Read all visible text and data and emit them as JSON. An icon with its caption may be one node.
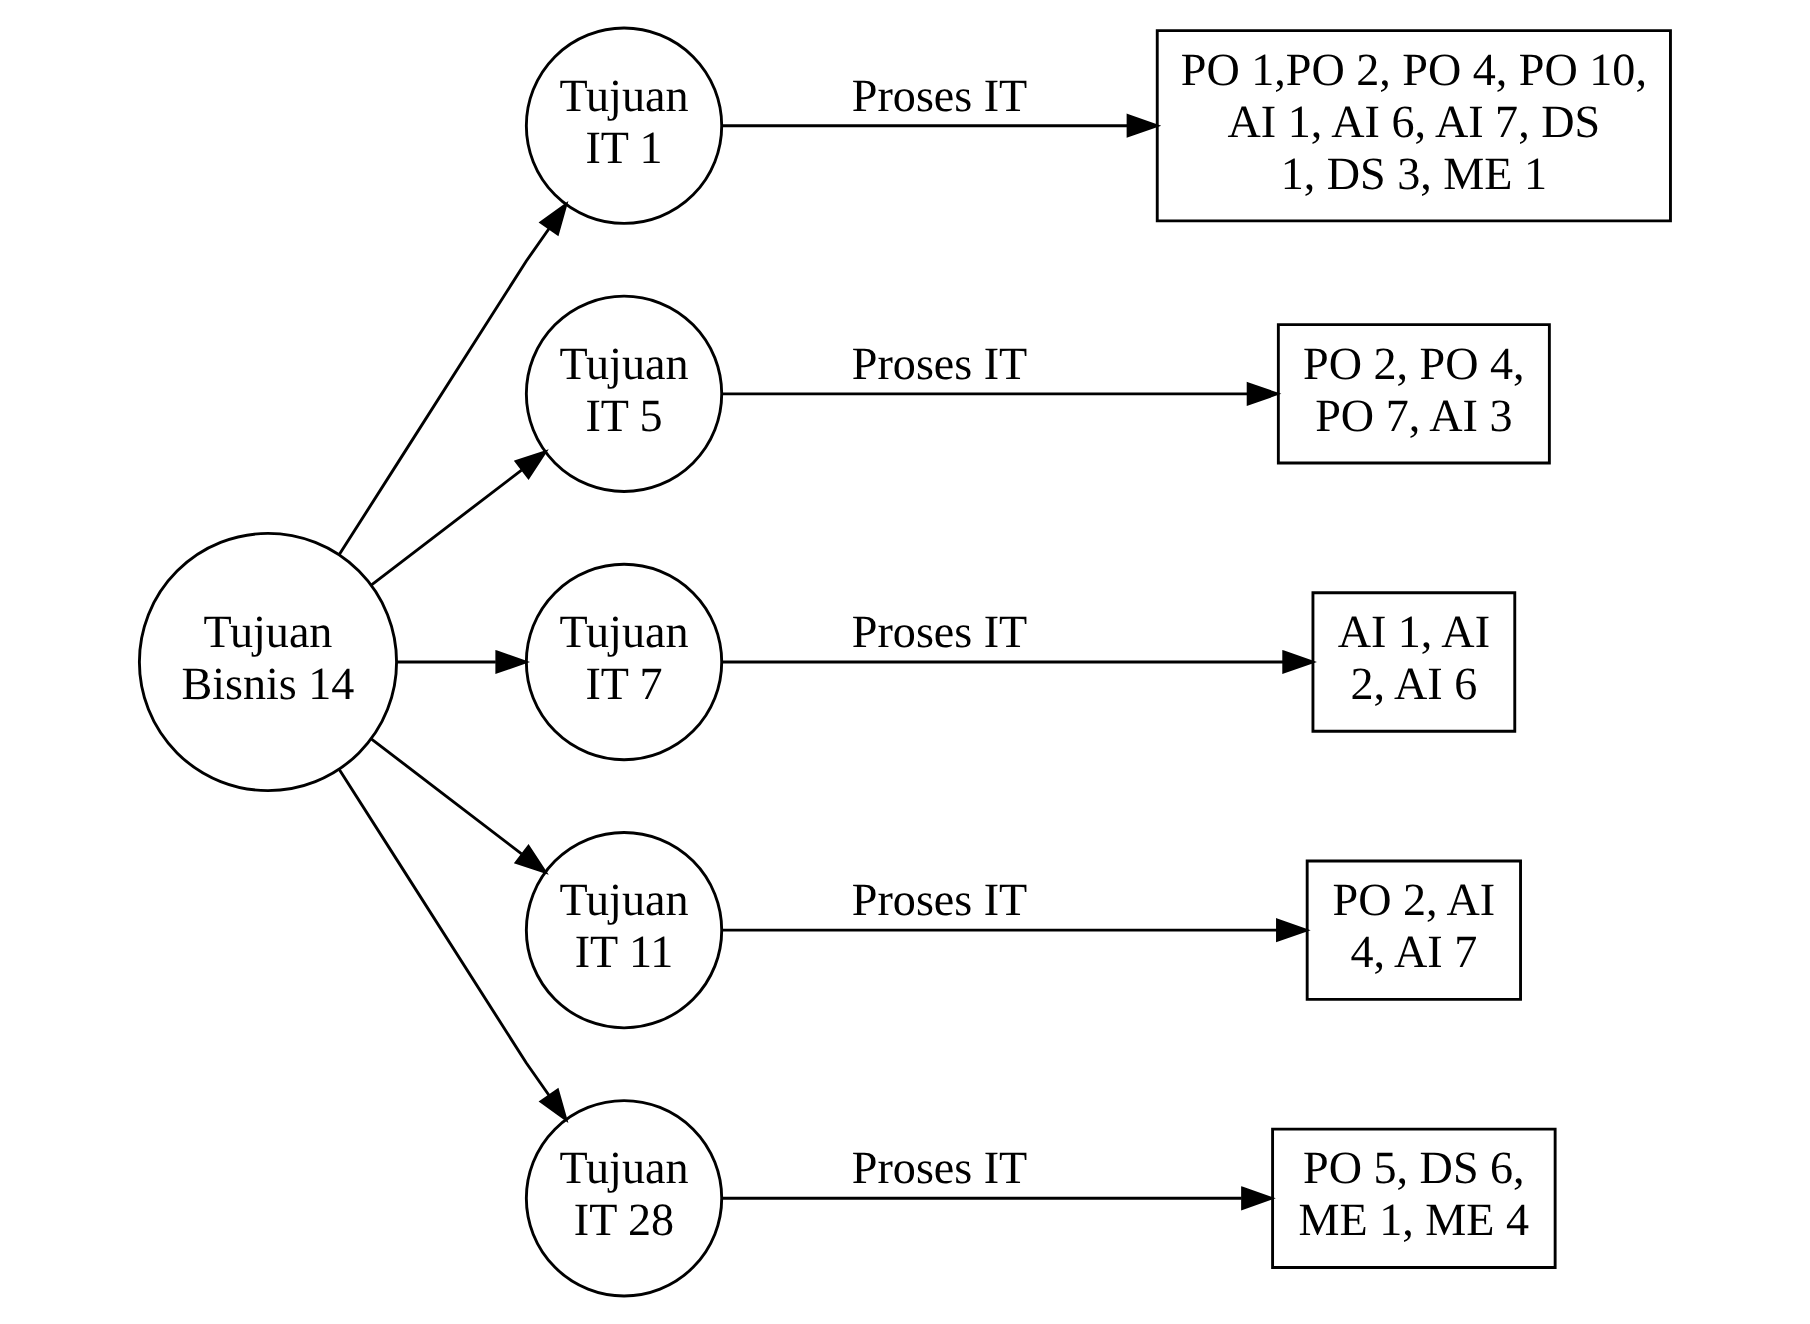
{
  "diagram": {
    "nodes": [
      {
        "text": [
          "Tujuan Bisnis 14"
        ]
      },
      {
        "text": [
          "Tujuan IT 1"
        ]
      },
      {
        "text": [
          "Tujuan IT 5"
        ]
      },
      {
        "text": [
          "Tujuan IT 7"
        ]
      },
      {
        "text": [
          "Tujuan IT 11"
        ]
      },
      {
        "text": [
          "Tujuan IT 28"
        ]
      },
      {
        "text": [
          "PO 1,PO 2, PO 4, PO 10, AI 1, AI 6, AI 7, DS 1, DS 3, ME 1"
        ]
      },
      {
        "text": [
          "PO 2, PO 4, PO 7, AI 3"
        ]
      },
      {
        "text": [
          "AI 1, AI 2, AI 6"
        ]
      },
      {
        "text": [
          "PO 2, AI 4, AI 7"
        ]
      },
      {
        "text": [
          "PO 5, DS 6, ME 1, ME 4"
        ]
      }
    ],
    "edges": [
      {
        "from": 0,
        "to": 1,
        "arrow": "to"
      },
      {
        "from": 0,
        "to": 2,
        "arrow": "to"
      },
      {
        "from": 0,
        "to": 3,
        "arrow": "to"
      },
      {
        "from": 0,
        "to": 4,
        "arrow": "to"
      },
      {
        "from": 0,
        "to": 5,
        "arrow": "to"
      },
      {
        "from": 1,
        "to": 6,
        "arrow": "to",
        "label": "Proses IT"
      },
      {
        "from": 2,
        "to": 7,
        "arrow": "to",
        "label": "Proses IT"
      },
      {
        "from": 3,
        "to": 8,
        "arrow": "to",
        "label": "Proses IT"
      },
      {
        "from": 4,
        "to": 9,
        "arrow": "to",
        "label": "Proses IT"
      },
      {
        "from": 5,
        "to": 10,
        "arrow": "to",
        "label": "Proses IT"
      }
    ]
  }
}
